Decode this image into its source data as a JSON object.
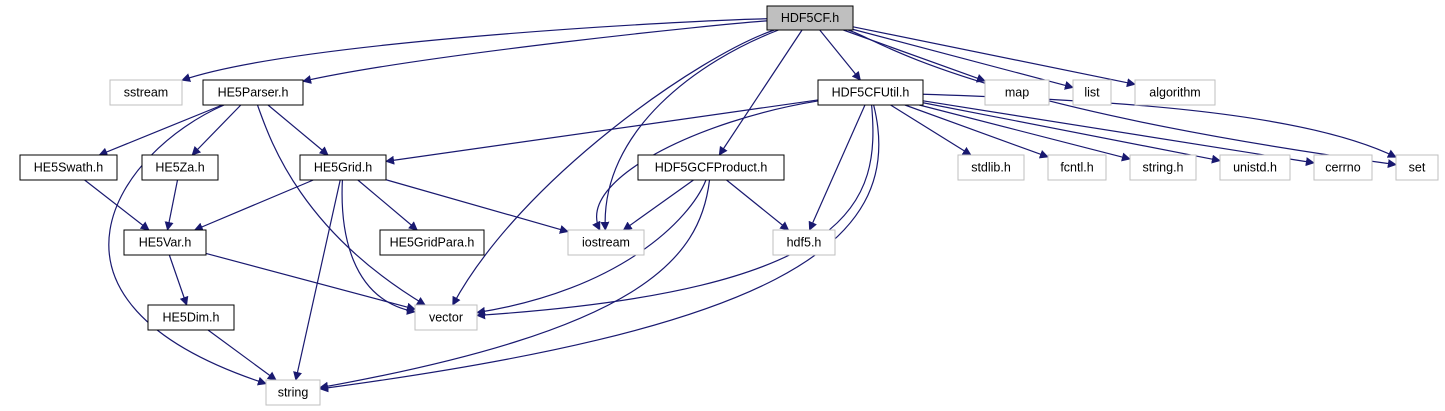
{
  "graph": {
    "root": "HDF5CF.h",
    "colors": {
      "edge": "#191970",
      "root_fill": "#bfbfbf",
      "system_border": "#bfbfbf",
      "user_border": "#000000"
    },
    "nodes": [
      {
        "id": "hdf5cf",
        "label": "HDF5CF.h",
        "kind": "root"
      },
      {
        "id": "sstream",
        "label": "sstream",
        "kind": "system"
      },
      {
        "id": "he5parser",
        "label": "HE5Parser.h",
        "kind": "user"
      },
      {
        "id": "hdf5cfutil",
        "label": "HDF5CFUtil.h",
        "kind": "user"
      },
      {
        "id": "map",
        "label": "map",
        "kind": "system"
      },
      {
        "id": "list",
        "label": "list",
        "kind": "system"
      },
      {
        "id": "algorithm",
        "label": "algorithm",
        "kind": "system"
      },
      {
        "id": "he5swath",
        "label": "HE5Swath.h",
        "kind": "user"
      },
      {
        "id": "he5za",
        "label": "HE5Za.h",
        "kind": "user"
      },
      {
        "id": "he5grid",
        "label": "HE5Grid.h",
        "kind": "user"
      },
      {
        "id": "hdf5gcf",
        "label": "HDF5GCFProduct.h",
        "kind": "user"
      },
      {
        "id": "stdlib",
        "label": "stdlib.h",
        "kind": "system"
      },
      {
        "id": "fcntl",
        "label": "fcntl.h",
        "kind": "system"
      },
      {
        "id": "stringh",
        "label": "string.h",
        "kind": "system"
      },
      {
        "id": "unistd",
        "label": "unistd.h",
        "kind": "system"
      },
      {
        "id": "cerrno",
        "label": "cerrno",
        "kind": "system"
      },
      {
        "id": "set",
        "label": "set",
        "kind": "system"
      },
      {
        "id": "he5var",
        "label": "HE5Var.h",
        "kind": "user"
      },
      {
        "id": "he5gridpara",
        "label": "HE5GridPara.h",
        "kind": "user"
      },
      {
        "id": "iostream",
        "label": "iostream",
        "kind": "system"
      },
      {
        "id": "hdf5h",
        "label": "hdf5.h",
        "kind": "system"
      },
      {
        "id": "he5dim",
        "label": "HE5Dim.h",
        "kind": "user"
      },
      {
        "id": "vector",
        "label": "vector",
        "kind": "system"
      },
      {
        "id": "string",
        "label": "string",
        "kind": "system"
      }
    ],
    "edges": [
      [
        "hdf5cf",
        "sstream"
      ],
      [
        "hdf5cf",
        "he5parser"
      ],
      [
        "hdf5cf",
        "hdf5cfutil"
      ],
      [
        "hdf5cf",
        "map"
      ],
      [
        "hdf5cf",
        "list"
      ],
      [
        "hdf5cf",
        "algorithm"
      ],
      [
        "hdf5cf",
        "set"
      ],
      [
        "hdf5cf",
        "hdf5gcf"
      ],
      [
        "hdf5cf",
        "iostream"
      ],
      [
        "hdf5cf",
        "vector"
      ],
      [
        "he5parser",
        "string"
      ],
      [
        "he5parser",
        "he5swath"
      ],
      [
        "he5parser",
        "he5za"
      ],
      [
        "he5parser",
        "he5grid"
      ],
      [
        "he5parser",
        "vector"
      ],
      [
        "hdf5cfutil",
        "he5grid"
      ],
      [
        "hdf5cfutil",
        "iostream"
      ],
      [
        "hdf5cfutil",
        "stdlib"
      ],
      [
        "hdf5cfutil",
        "fcntl"
      ],
      [
        "hdf5cfutil",
        "stringh"
      ],
      [
        "hdf5cfutil",
        "unistd"
      ],
      [
        "hdf5cfutil",
        "cerrno"
      ],
      [
        "hdf5cfutil",
        "set"
      ],
      [
        "hdf5cfutil",
        "hdf5h"
      ],
      [
        "hdf5cfutil",
        "vector"
      ],
      [
        "hdf5cfutil",
        "string"
      ],
      [
        "he5swath",
        "he5var"
      ],
      [
        "he5za",
        "he5var"
      ],
      [
        "he5grid",
        "he5var"
      ],
      [
        "he5grid",
        "he5gridpara"
      ],
      [
        "he5grid",
        "iostream"
      ],
      [
        "he5grid",
        "vector"
      ],
      [
        "he5grid",
        "string"
      ],
      [
        "hdf5gcf",
        "iostream"
      ],
      [
        "hdf5gcf",
        "hdf5h"
      ],
      [
        "hdf5gcf",
        "vector"
      ],
      [
        "hdf5gcf",
        "string"
      ],
      [
        "he5var",
        "he5dim"
      ],
      [
        "he5var",
        "vector"
      ],
      [
        "he5dim",
        "string"
      ]
    ]
  }
}
